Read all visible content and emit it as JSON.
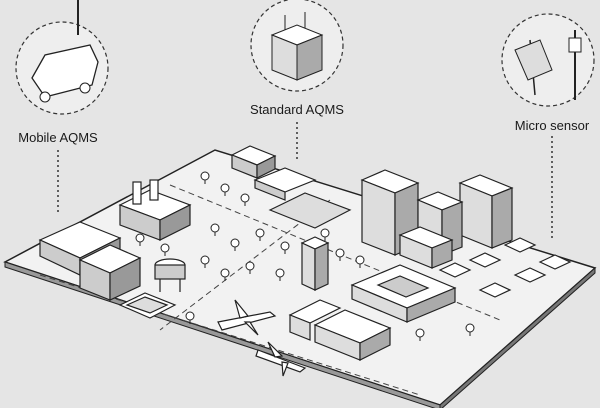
{
  "labels": {
    "mobile": "Mobile AQMS",
    "standard": "Standard AQMS",
    "micro": "Micro sensor"
  },
  "colors": {
    "background": "#e5e5e5",
    "ground": "#f2f2f2",
    "ink": "#222222"
  }
}
